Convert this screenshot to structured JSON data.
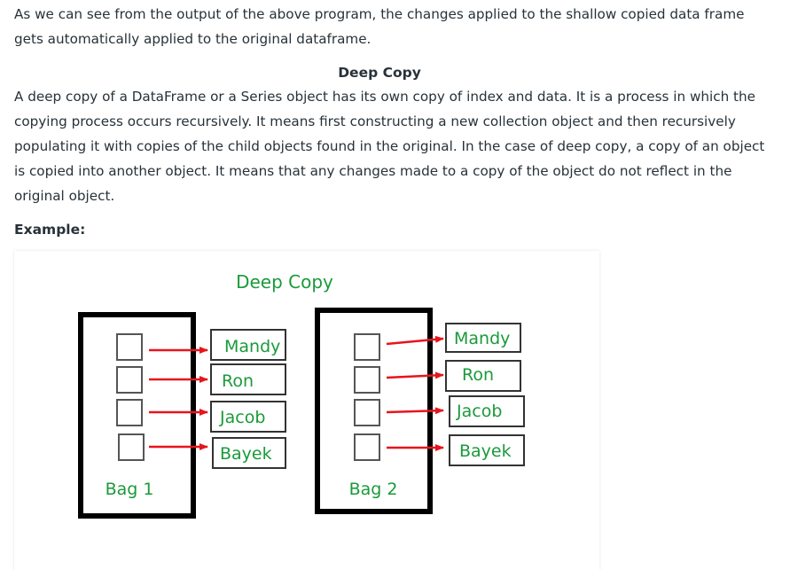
{
  "article": {
    "paragraph_1": "As we can see from the output of the above program, the changes applied to the shallow copied data frame gets automatically applied to the original dataframe.",
    "section_heading": "Deep Copy",
    "paragraph_2": "A deep copy of a DataFrame or a Series object has its own copy of index and data. It is a process in which the copying process occurs recursively. It means first constructing a new collection object and then recursively populating it with copies of the child objects found in the original. In the case of deep copy, a copy of an object is copied into another object. It means that any changes made to a copy of the object do not reflect in the original object.",
    "example_label": "Example:"
  },
  "figure": {
    "title": "Deep Copy",
    "bag1": {
      "label": "Bag 1",
      "items": [
        "Mandy",
        "Ron",
        "Jacob",
        "Bayek"
      ]
    },
    "bag2": {
      "label": "Bag 2",
      "items": [
        "Mandy",
        "Ron",
        "Jacob",
        "Bayek"
      ]
    },
    "colors": {
      "text_green": "#1a9a3a",
      "arrow_red": "#e8141c",
      "box_border": "#000000"
    }
  }
}
